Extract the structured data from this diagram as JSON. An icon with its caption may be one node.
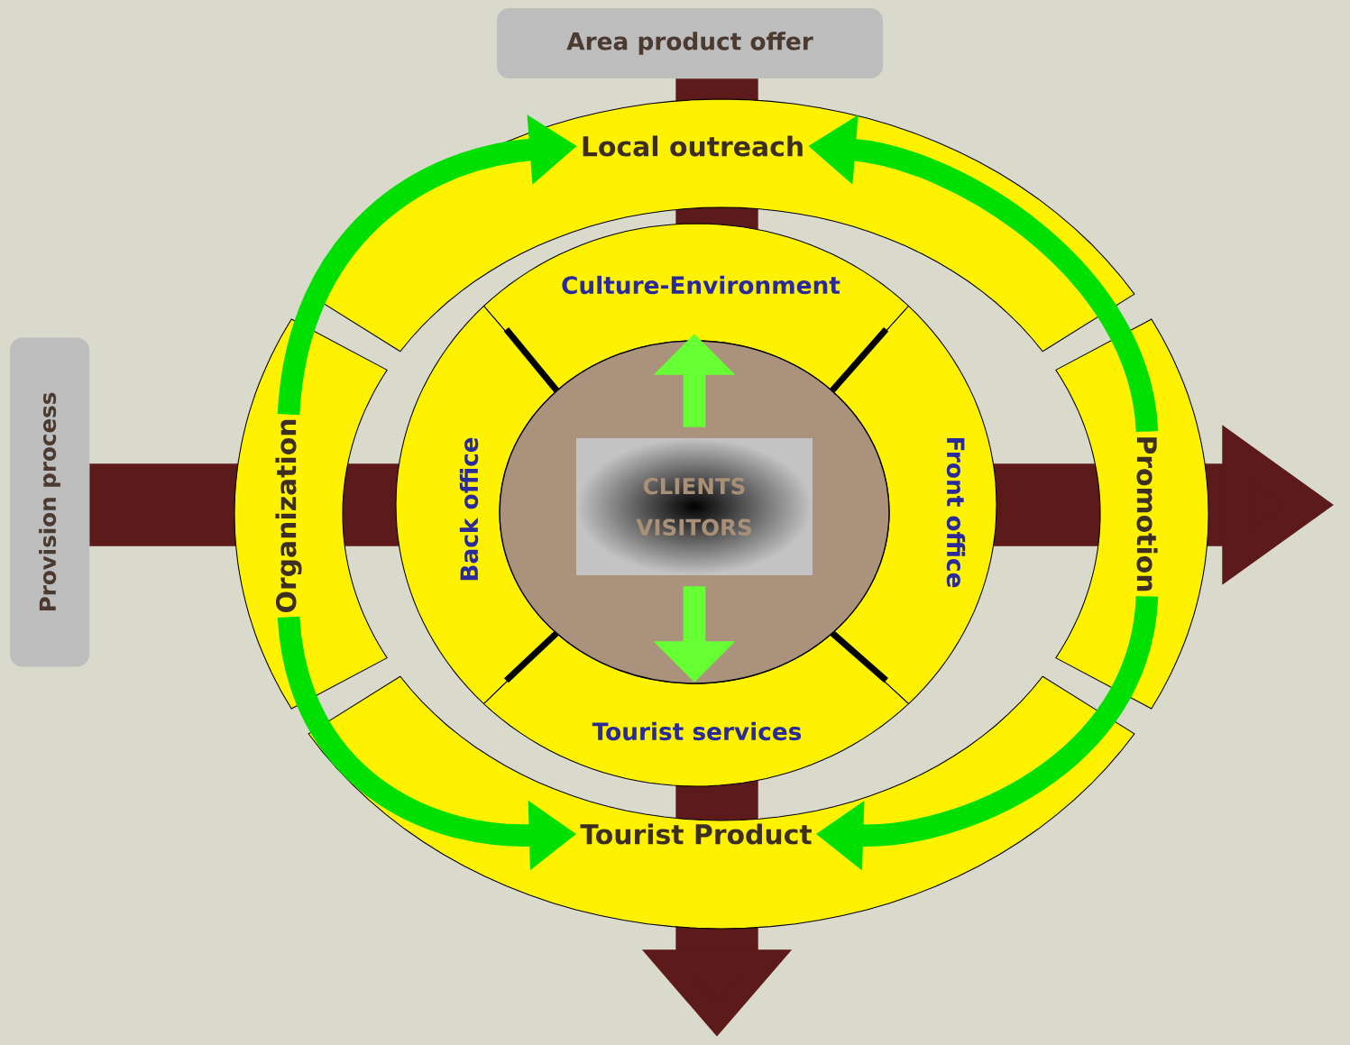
{
  "diagram": {
    "nodes": [
      {
        "text": [
          "Area product offer"
        ]
      },
      {
        "text": [
          "Provision process"
        ]
      },
      {
        "text": [
          "Local outreach"
        ]
      },
      {
        "text": [
          "Organization"
        ]
      },
      {
        "text": [
          "Promotion"
        ]
      },
      {
        "text": [
          "Tourist Product"
        ]
      },
      {
        "text": [
          "Culture-Environment"
        ]
      },
      {
        "text": [
          "Back office"
        ]
      },
      {
        "text": [
          "Front office"
        ]
      },
      {
        "text": [
          "Tourist services"
        ]
      },
      {
        "text": [],
        "shape": "circle"
      },
      {
        "text": [
          "CLIENTS VISITORS"
        ],
        "in": 10
      }
    ],
    "edges": [
      {
        "from": 0,
        "to": null,
        "arrow": "to",
        "style": "thick",
        "color": "#5c1a1a"
      },
      {
        "from": 1,
        "to": null,
        "arrow": "to",
        "style": "thick",
        "color": "#5c1a1a"
      },
      {
        "from": 3,
        "to": 2,
        "arrow": "to"
      },
      {
        "from": 4,
        "to": 2,
        "arrow": "to"
      },
      {
        "from": 3,
        "to": 5,
        "arrow": "to"
      },
      {
        "from": 4,
        "to": 5,
        "arrow": "to"
      },
      {
        "from": 11,
        "to": 6,
        "arrow": "to",
        "color": "#66ff33"
      },
      {
        "from": 11,
        "to": 9,
        "arrow": "to",
        "color": "#66ff33"
      }
    ]
  }
}
